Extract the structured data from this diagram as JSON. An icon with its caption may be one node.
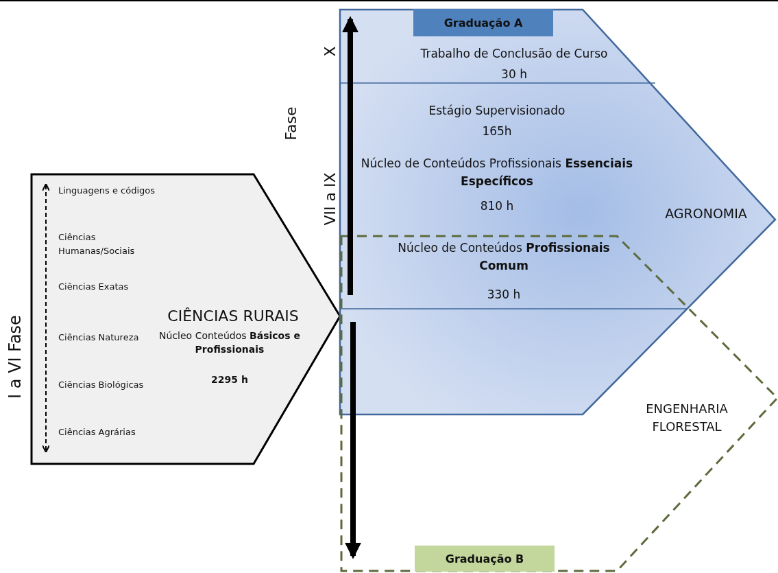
{
  "diagram": {
    "nodes": [
      {
        "text": [
          "CIÊNCIAS RURAIS",
          "Núcleo Conteúdos **Básicos e Profissionais**",
          "2295 h"
        ]
      },
      {
        "text": [
          "AGRONOMIA"
        ]
      },
      {
        "text": [
          "Graduação A"
        ],
        "in": 1
      },
      {
        "text": [
          "Trabalho de Conclusão de Curso",
          "30 h"
        ],
        "in": 1
      },
      {
        "text": [
          "Estágio Supervisionado",
          "165h"
        ],
        "in": 1
      },
      {
        "text": [
          "Núcleo de Conteúdos Profissionais **Essenciais Específicos**",
          "810 h"
        ],
        "in": 1
      },
      {
        "text": [
          "Núcleo de Conteúdos **Profissionais Comum**",
          "330 h"
        ]
      },
      {
        "text": [
          "ENGENHARIA FLORESTAL"
        ]
      },
      {
        "text": [
          "Graduação B"
        ],
        "in": 7
      }
    ],
    "labels": [
      "Linguagens e códigos",
      "Ciências Humanas/Sociais",
      "Ciências Exatas",
      "Ciências Natureza",
      "Ciências Biológicas",
      "Ciências Agrárias",
      "I a VI Fase",
      "X",
      "Fase",
      "VII a IX"
    ]
  }
}
